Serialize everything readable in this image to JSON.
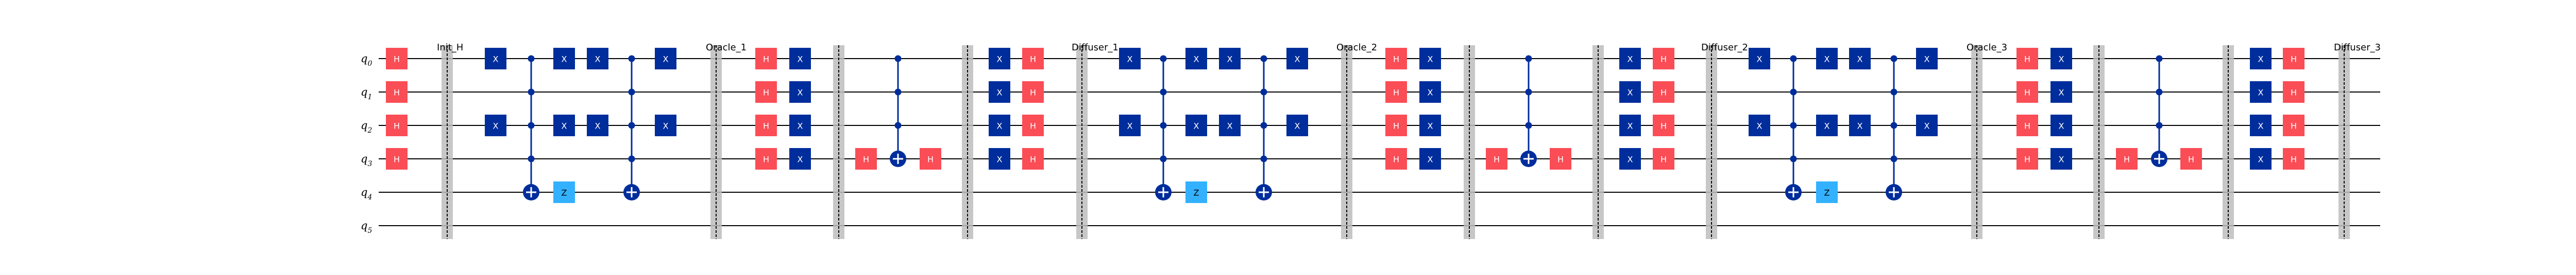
{
  "qubits": [
    {
      "name": "q",
      "index": "0"
    },
    {
      "name": "q",
      "index": "1"
    },
    {
      "name": "q",
      "index": "2"
    },
    {
      "name": "q",
      "index": "3"
    },
    {
      "name": "q",
      "index": "4"
    },
    {
      "name": "q",
      "index": "5"
    }
  ],
  "colors": {
    "h": "#fa4d56",
    "x": "#002d9c",
    "z": "#33b1ff",
    "ctrl": "#002d9c",
    "barrier": "#bdbdbd",
    "wire": "#000000"
  },
  "gate_labels": {
    "h": "H",
    "x": "X",
    "z": "Z"
  },
  "columns": [
    {
      "type": "gates",
      "gates": [
        {
          "g": "h",
          "q": 0
        },
        {
          "g": "h",
          "q": 1
        },
        {
          "g": "h",
          "q": 2
        },
        {
          "g": "h",
          "q": 3
        }
      ]
    },
    {
      "type": "barrier",
      "label": "Init_H"
    },
    {
      "type": "gates",
      "gates": [
        {
          "g": "x",
          "q": 0
        },
        {
          "g": "x",
          "q": 2
        }
      ]
    },
    {
      "type": "control",
      "controls": [
        0,
        1,
        2,
        3
      ],
      "target": 4,
      "op": "cx"
    },
    {
      "type": "gates",
      "gates": [
        {
          "g": "x",
          "q": 0
        },
        {
          "g": "x",
          "q": 2
        },
        {
          "g": "z",
          "q": 4
        }
      ]
    },
    {
      "type": "gates",
      "gates": [
        {
          "g": "x",
          "q": 0
        },
        {
          "g": "x",
          "q": 2
        }
      ]
    },
    {
      "type": "control",
      "controls": [
        0,
        1,
        2,
        3
      ],
      "target": 4,
      "op": "cx"
    },
    {
      "type": "gates",
      "gates": [
        {
          "g": "x",
          "q": 0
        },
        {
          "g": "x",
          "q": 2
        }
      ]
    },
    {
      "type": "barrier",
      "label": "Oracle_1"
    },
    {
      "type": "gates",
      "gates": [
        {
          "g": "h",
          "q": 0
        },
        {
          "g": "h",
          "q": 1
        },
        {
          "g": "h",
          "q": 2
        },
        {
          "g": "h",
          "q": 3
        }
      ]
    },
    {
      "type": "gates",
      "gates": [
        {
          "g": "x",
          "q": 0
        },
        {
          "g": "x",
          "q": 1
        },
        {
          "g": "x",
          "q": 2
        },
        {
          "g": "x",
          "q": 3
        }
      ]
    },
    {
      "type": "barrier",
      "label": ""
    },
    {
      "type": "gates",
      "gates": [
        {
          "g": "h",
          "q": 3
        }
      ]
    },
    {
      "type": "control",
      "controls": [
        0,
        1,
        2
      ],
      "target": 3,
      "op": "cx"
    },
    {
      "type": "gates",
      "gates": [
        {
          "g": "h",
          "q": 3
        }
      ]
    },
    {
      "type": "barrier",
      "label": ""
    },
    {
      "type": "gates",
      "gates": [
        {
          "g": "x",
          "q": 0
        },
        {
          "g": "x",
          "q": 1
        },
        {
          "g": "x",
          "q": 2
        },
        {
          "g": "x",
          "q": 3
        }
      ]
    },
    {
      "type": "gates",
      "gates": [
        {
          "g": "h",
          "q": 0
        },
        {
          "g": "h",
          "q": 1
        },
        {
          "g": "h",
          "q": 2
        },
        {
          "g": "h",
          "q": 3
        }
      ]
    },
    {
      "type": "barrier",
      "label": "Diffuser_1"
    },
    {
      "type": "gates",
      "gates": [
        {
          "g": "x",
          "q": 0
        },
        {
          "g": "x",
          "q": 2
        }
      ]
    },
    {
      "type": "control",
      "controls": [
        0,
        1,
        2,
        3
      ],
      "target": 4,
      "op": "cx"
    },
    {
      "type": "gates",
      "gates": [
        {
          "g": "x",
          "q": 0
        },
        {
          "g": "x",
          "q": 2
        },
        {
          "g": "z",
          "q": 4
        }
      ]
    },
    {
      "type": "gates",
      "gates": [
        {
          "g": "x",
          "q": 0
        },
        {
          "g": "x",
          "q": 2
        }
      ]
    },
    {
      "type": "control",
      "controls": [
        0,
        1,
        2,
        3
      ],
      "target": 4,
      "op": "cx"
    },
    {
      "type": "gates",
      "gates": [
        {
          "g": "x",
          "q": 0
        },
        {
          "g": "x",
          "q": 2
        }
      ]
    },
    {
      "type": "barrier",
      "label": "Oracle_2"
    },
    {
      "type": "gates",
      "gates": [
        {
          "g": "h",
          "q": 0
        },
        {
          "g": "h",
          "q": 1
        },
        {
          "g": "h",
          "q": 2
        },
        {
          "g": "h",
          "q": 3
        }
      ]
    },
    {
      "type": "gates",
      "gates": [
        {
          "g": "x",
          "q": 0
        },
        {
          "g": "x",
          "q": 1
        },
        {
          "g": "x",
          "q": 2
        },
        {
          "g": "x",
          "q": 3
        }
      ]
    },
    {
      "type": "barrier",
      "label": ""
    },
    {
      "type": "gates",
      "gates": [
        {
          "g": "h",
          "q": 3
        }
      ]
    },
    {
      "type": "control",
      "controls": [
        0,
        1,
        2
      ],
      "target": 3,
      "op": "cx"
    },
    {
      "type": "gates",
      "gates": [
        {
          "g": "h",
          "q": 3
        }
      ]
    },
    {
      "type": "barrier",
      "label": ""
    },
    {
      "type": "gates",
      "gates": [
        {
          "g": "x",
          "q": 0
        },
        {
          "g": "x",
          "q": 1
        },
        {
          "g": "x",
          "q": 2
        },
        {
          "g": "x",
          "q": 3
        }
      ]
    },
    {
      "type": "gates",
      "gates": [
        {
          "g": "h",
          "q": 0
        },
        {
          "g": "h",
          "q": 1
        },
        {
          "g": "h",
          "q": 2
        },
        {
          "g": "h",
          "q": 3
        }
      ]
    },
    {
      "type": "barrier",
      "label": "Diffuser_2"
    },
    {
      "type": "gates",
      "gates": [
        {
          "g": "x",
          "q": 0
        },
        {
          "g": "x",
          "q": 2
        }
      ]
    },
    {
      "type": "control",
      "controls": [
        0,
        1,
        2,
        3
      ],
      "target": 4,
      "op": "cx"
    },
    {
      "type": "gates",
      "gates": [
        {
          "g": "x",
          "q": 0
        },
        {
          "g": "x",
          "q": 2
        },
        {
          "g": "z",
          "q": 4
        }
      ]
    },
    {
      "type": "gates",
      "gates": [
        {
          "g": "x",
          "q": 0
        },
        {
          "g": "x",
          "q": 2
        }
      ]
    },
    {
      "type": "control",
      "controls": [
        0,
        1,
        2,
        3
      ],
      "target": 4,
      "op": "cx"
    },
    {
      "type": "gates",
      "gates": [
        {
          "g": "x",
          "q": 0
        },
        {
          "g": "x",
          "q": 2
        }
      ]
    },
    {
      "type": "barrier",
      "label": "Oracle_3"
    },
    {
      "type": "gates",
      "gates": [
        {
          "g": "h",
          "q": 0
        },
        {
          "g": "h",
          "q": 1
        },
        {
          "g": "h",
          "q": 2
        },
        {
          "g": "h",
          "q": 3
        }
      ]
    },
    {
      "type": "gates",
      "gates": [
        {
          "g": "x",
          "q": 0
        },
        {
          "g": "x",
          "q": 1
        },
        {
          "g": "x",
          "q": 2
        },
        {
          "g": "x",
          "q": 3
        }
      ]
    },
    {
      "type": "barrier",
      "label": ""
    },
    {
      "type": "gates",
      "gates": [
        {
          "g": "h",
          "q": 3
        }
      ]
    },
    {
      "type": "control",
      "controls": [
        0,
        1,
        2
      ],
      "target": 3,
      "op": "cx"
    },
    {
      "type": "gates",
      "gates": [
        {
          "g": "h",
          "q": 3
        }
      ]
    },
    {
      "type": "barrier",
      "label": ""
    },
    {
      "type": "gates",
      "gates": [
        {
          "g": "x",
          "q": 0
        },
        {
          "g": "x",
          "q": 1
        },
        {
          "g": "x",
          "q": 2
        },
        {
          "g": "x",
          "q": 3
        }
      ]
    },
    {
      "type": "gates",
      "gates": [
        {
          "g": "h",
          "q": 0
        },
        {
          "g": "h",
          "q": 1
        },
        {
          "g": "h",
          "q": 2
        },
        {
          "g": "h",
          "q": 3
        }
      ]
    },
    {
      "type": "barrier",
      "label": "Diffuser_3"
    }
  ]
}
